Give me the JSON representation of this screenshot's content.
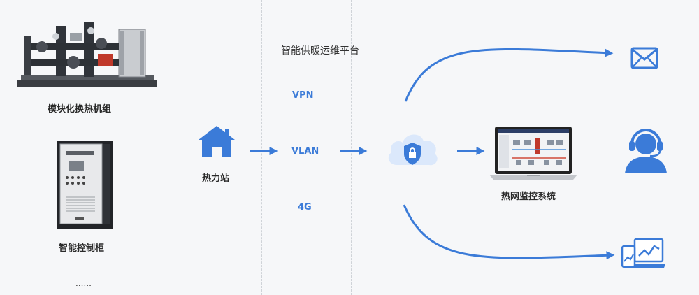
{
  "equipment": {
    "heat_exchanger_label": "模块化换热机组",
    "cabinet_label": "智能控制柜",
    "more_label": "......"
  },
  "station": {
    "label": "热力站"
  },
  "network": {
    "title": "智能供暖运维平台",
    "protocols": [
      "VPN",
      "VLAN",
      "4G"
    ]
  },
  "system": {
    "label": "热网监控系统"
  },
  "outputs": {
    "icons": [
      "mail-icon",
      "customer-service-icon",
      "data-analytics-icon"
    ]
  },
  "colors": {
    "accent": "#3b7bd8",
    "background": "#f6f7f9"
  }
}
